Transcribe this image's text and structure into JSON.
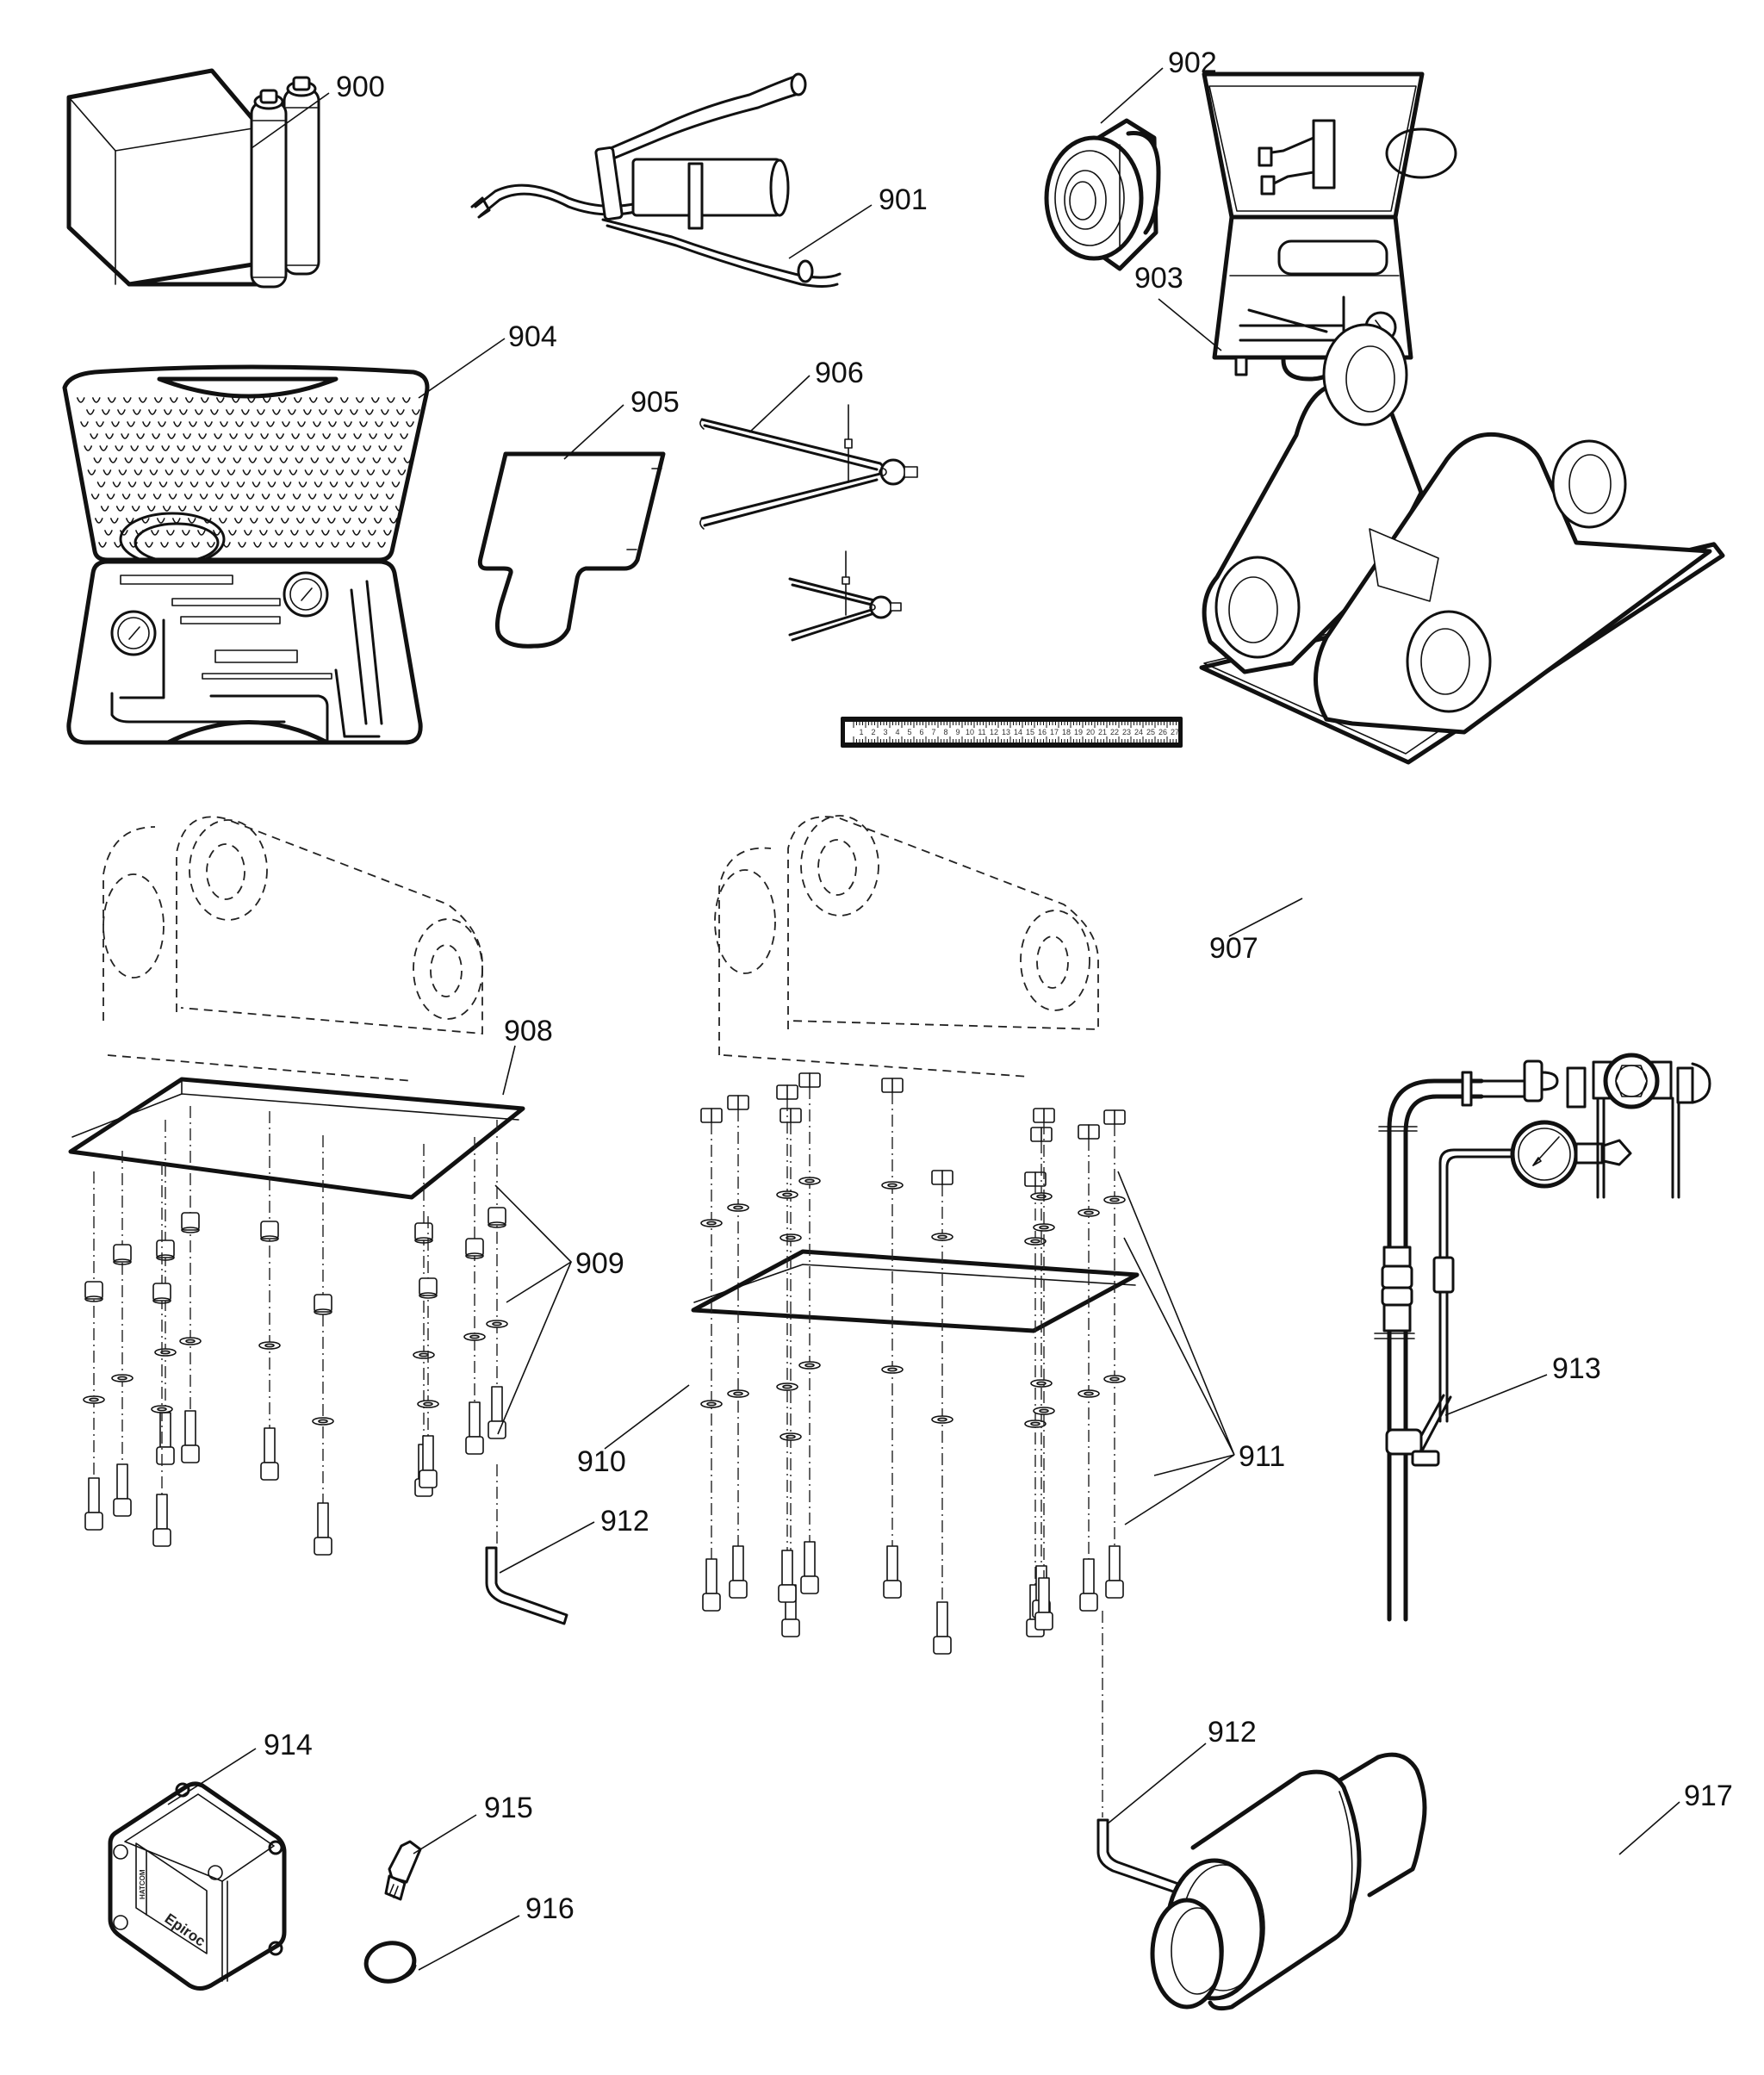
{
  "diagram": {
    "title": "Service tools and accessories – exploded parts view",
    "line_color": "#111111",
    "background": "#ffffff"
  },
  "callouts": [
    {
      "id": "900",
      "label": "900",
      "part": "grease-cartridges-box"
    },
    {
      "id": "901",
      "label": "901",
      "part": "grease-gun"
    },
    {
      "id": "902",
      "label": "902",
      "part": "adapter-fitting"
    },
    {
      "id": "903",
      "label": "903",
      "part": "nitrogen-charging-kit-case"
    },
    {
      "id": "904",
      "label": "904",
      "part": "service-tool-case"
    },
    {
      "id": "905",
      "label": "905",
      "part": "wear-gauge-plate"
    },
    {
      "id": "906",
      "label": "906",
      "part": "calipers-and-ruler"
    },
    {
      "id": "907",
      "label": "907",
      "part": "adapter-bracket"
    },
    {
      "id": "908",
      "label": "908",
      "part": "top-plate-a"
    },
    {
      "id": "909",
      "label": "909",
      "part": "bolt-washer-spacer-set-a"
    },
    {
      "id": "910",
      "label": "910",
      "part": "top-plate-b"
    },
    {
      "id": "911",
      "label": "911",
      "part": "bolt-nut-washer-set-b"
    },
    {
      "id": "912",
      "label": "912",
      "part": "hex-key"
    },
    {
      "id": "913",
      "label": "913",
      "part": "pressure-test-hose-assembly"
    },
    {
      "id": "914",
      "label": "914",
      "part": "electronic-control-box"
    },
    {
      "id": "915",
      "label": "915",
      "part": "driver-bit"
    },
    {
      "id": "916",
      "label": "916",
      "part": "cap"
    },
    {
      "id": "917",
      "label": "917",
      "part": "bushing-sleeve"
    }
  ],
  "ruler": {
    "numbers": [
      "1",
      "2",
      "3",
      "4",
      "5",
      "6",
      "7",
      "8",
      "9",
      "10",
      "11",
      "12",
      "13",
      "14",
      "15",
      "16",
      "17",
      "18",
      "19",
      "20",
      "21",
      "22",
      "23",
      "24",
      "25",
      "26",
      "27"
    ]
  },
  "control_box": {
    "brand": "Epiroc",
    "side_label": "HATCOM"
  }
}
